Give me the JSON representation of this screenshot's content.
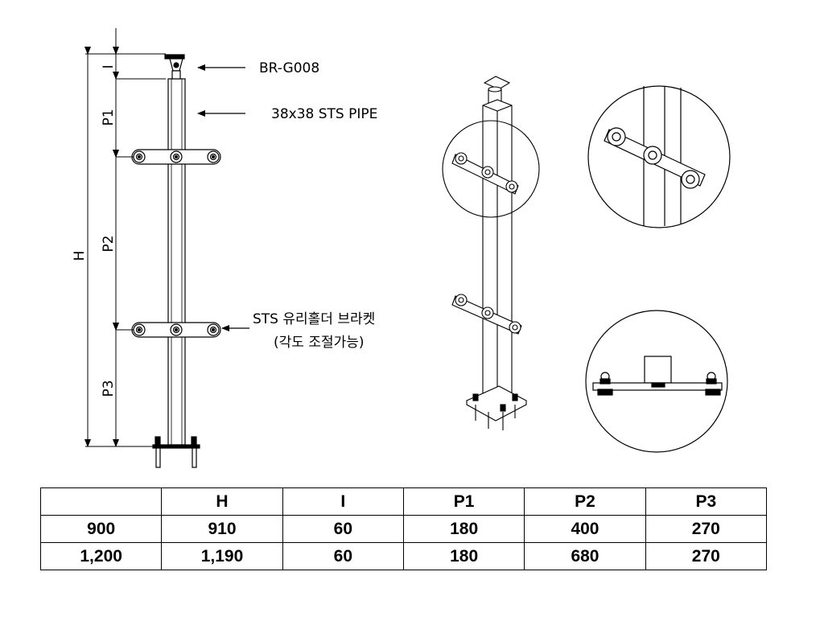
{
  "labels": {
    "model": "BR-G008",
    "pipe": "38x38 STS PIPE",
    "holder_line1": "STS 유리홀더 브라켓",
    "holder_line2": "(각도 조절가능)"
  },
  "dimensions": {
    "H": "H",
    "I": "I",
    "P1": "P1",
    "P2": "P2",
    "P3": "P3"
  },
  "table": {
    "headers": [
      "",
      "H",
      "I",
      "P1",
      "P2",
      "P3"
    ],
    "rows": [
      [
        "900",
        "910",
        "60",
        "180",
        "400",
        "270"
      ],
      [
        "1,200",
        "1,190",
        "60",
        "180",
        "680",
        "270"
      ]
    ]
  }
}
